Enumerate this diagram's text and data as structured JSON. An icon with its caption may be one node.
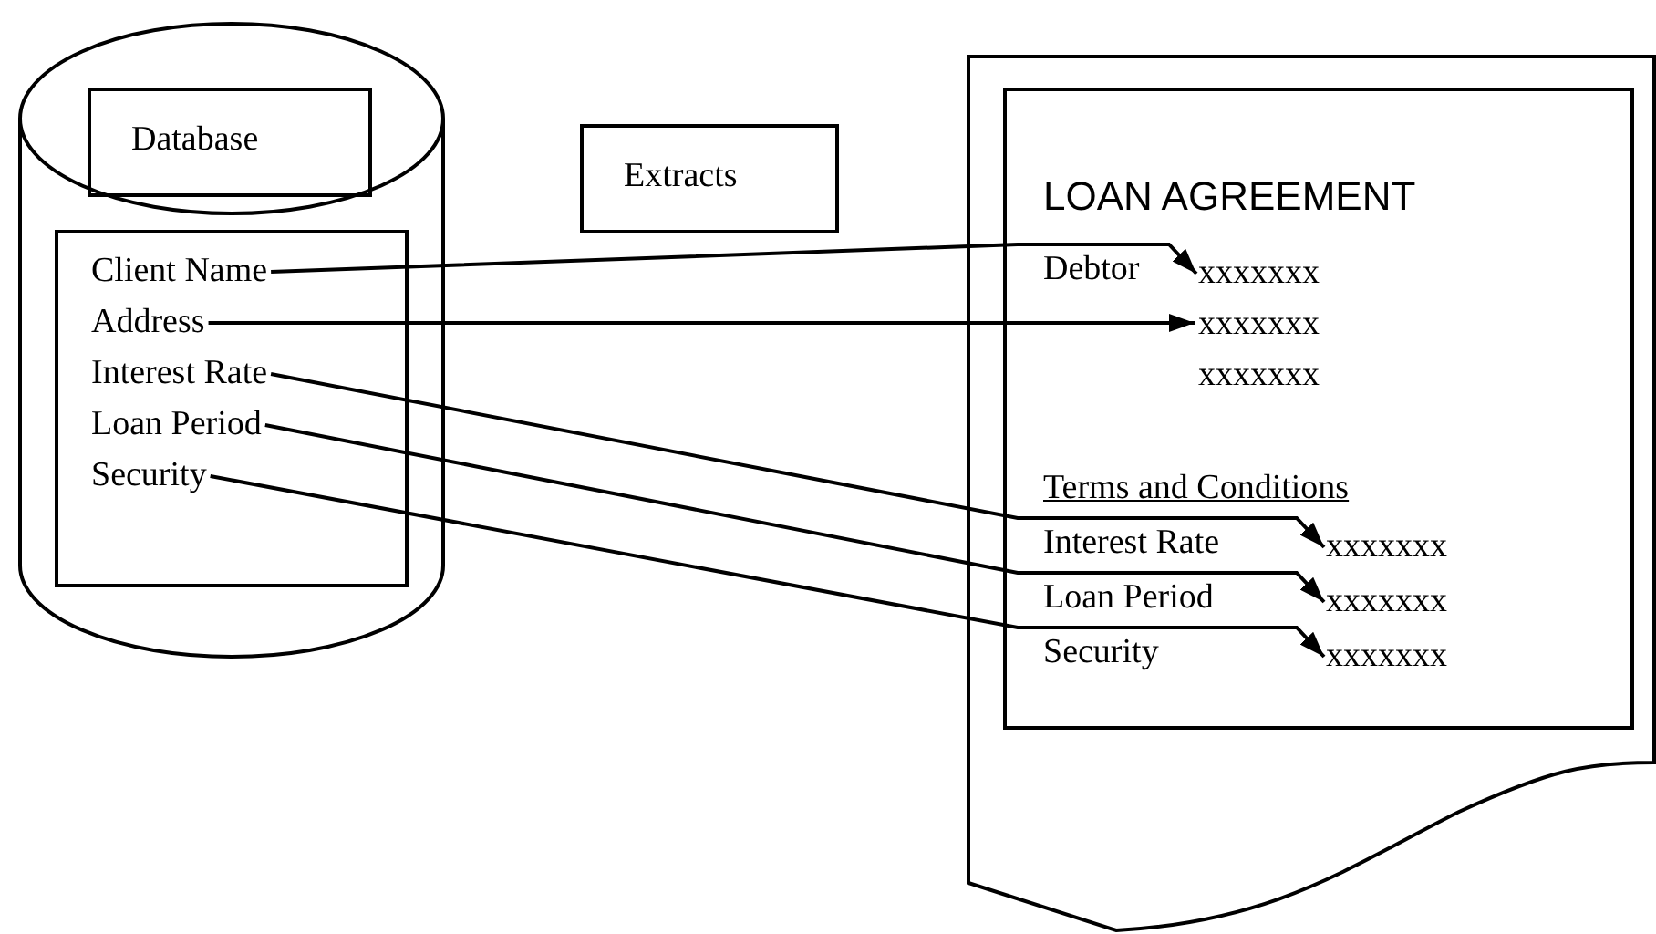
{
  "diagram": {
    "nodes": [
      {
        "text": [],
        "shape": "cylinder"
      },
      {
        "text": [
          "Database"
        ],
        "in": 0
      },
      {
        "text": [],
        "shape": "box",
        "in": 0
      },
      {
        "text": [
          "Client Name"
        ],
        "in": 2
      },
      {
        "text": [
          "Address"
        ],
        "in": 2
      },
      {
        "text": [
          "Interest Rate"
        ],
        "in": 2
      },
      {
        "text": [
          "Loan Period"
        ],
        "in": 2
      },
      {
        "text": [
          "Security"
        ],
        "in": 2
      },
      {
        "text": [
          "Extracts"
        ]
      },
      {
        "text": [],
        "shape": "document"
      },
      {
        "text": [
          "LOAN AGREEMENT"
        ],
        "in": 9
      },
      {
        "text": [
          "xxxxxxx"
        ],
        "in": 10
      },
      {
        "text": [
          "xxxxxxx"
        ],
        "in": 10
      },
      {
        "text": [
          "xxxxxxx"
        ],
        "in": 10
      },
      {
        "text": [
          "xxxxxxx"
        ],
        "in": 10
      },
      {
        "text": [
          "xxxxxxx"
        ],
        "in": 10
      },
      {
        "text": [
          "xxxxxxx"
        ],
        "in": 10
      }
    ],
    "edges": [
      {
        "from": 3,
        "to": 11,
        "arrow": "to"
      },
      {
        "from": 4,
        "to": 12,
        "arrow": "to"
      },
      {
        "from": 5,
        "to": 14,
        "arrow": "to"
      },
      {
        "from": 6,
        "to": 15,
        "arrow": "to"
      },
      {
        "from": 7,
        "to": 16,
        "arrow": "to"
      }
    ],
    "labels": [
      "Debtor",
      "Terms and Conditions",
      "Interest Rate",
      "Loan Period",
      "Security"
    ]
  }
}
